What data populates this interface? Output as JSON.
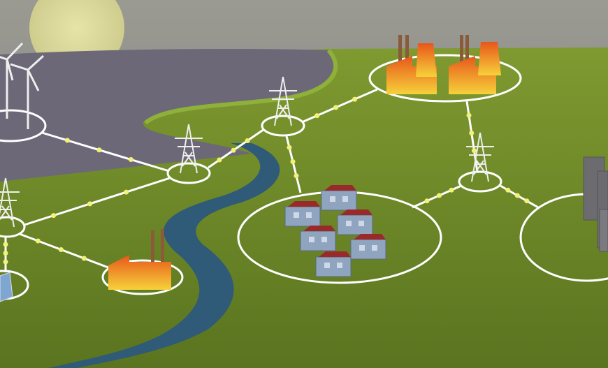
{
  "scene": {
    "colors": {
      "sky": "#8a8c88",
      "sun": "#d9d79a",
      "water": "#6e6878",
      "land": "#6f8a2a",
      "land_dark": "#4f6a1c",
      "river": "#2f5a78",
      "grid_line": "#ffffff",
      "energy_dot": "#f2f27a",
      "factory": "#f08a1a",
      "house_wall": "#8fa4bf",
      "house_roof": "#9a2a2a",
      "city": "#6b6b70"
    },
    "nodes": [
      "wind-farm",
      "pylon-left",
      "solar-panel",
      "factory",
      "pylon-river",
      "pylon-center",
      "power-plant",
      "pylon-right",
      "houses",
      "city"
    ]
  }
}
